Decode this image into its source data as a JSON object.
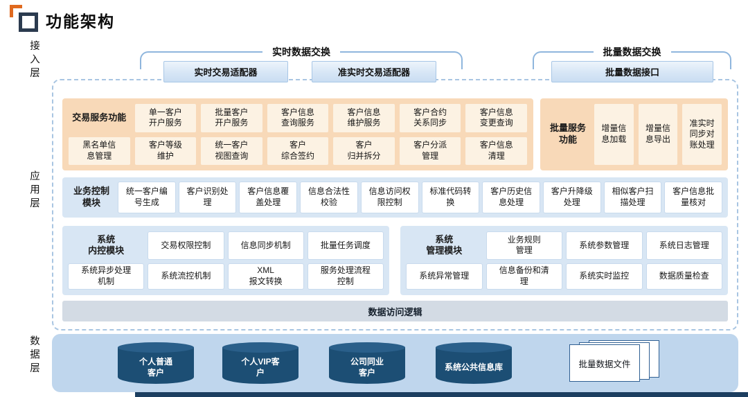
{
  "page": {
    "title": "功能架构"
  },
  "layers": {
    "access": "接入层",
    "application": "应用层",
    "data": "数据层"
  },
  "exchange": {
    "realtime": {
      "label": "实时数据交换",
      "adapters": [
        "实时交易适配器",
        "准实时交易适配器"
      ]
    },
    "batch": {
      "label": "批量数据交换",
      "adapters": [
        "批量数据接口"
      ]
    }
  },
  "transaction_services": {
    "label": "交易服务功能",
    "row1": [
      "单一客户开户服务",
      "批量客户开户服务",
      "客户信息查询服务",
      "客户信息维护服务",
      "客户合约关系同步",
      "客户信息变更查询"
    ],
    "row2": [
      "黑名单信息管理",
      "客户等级维护",
      "统一客户视图查询",
      "客户\n综合签约",
      "客户\n归并拆分",
      "客户分派管理",
      "客户信息清理"
    ]
  },
  "batch_services": {
    "label": "批量服务功能",
    "items": [
      "增量信息加载",
      "增量信息导出",
      "准实时同步对账处理"
    ]
  },
  "business_control": {
    "label": "业务控制模块",
    "items": [
      "统一客户编号生成",
      "客户识别处理",
      "客户信息覆盖处理",
      "信息合法性校验",
      "信息访问权限控制",
      "标准代码转换",
      "客户历史信息处理",
      "客户升降级处理",
      "相似客户扫描处理",
      "客户信息批量核对"
    ]
  },
  "system_internal_control": {
    "label": "系统\n内控模块",
    "row1": [
      "交易权限控制",
      "信息同步机制",
      "批量任务调度"
    ],
    "row2": [
      "系统异步处理机制",
      "系统流控机制",
      "XML\n报文转换",
      "服务处理流程控制"
    ]
  },
  "system_management": {
    "label": "系统\n管理模块",
    "row1": [
      "业务规则\n管理",
      "系统参数管理",
      "系统日志管理"
    ],
    "row2": [
      "系统异常管理",
      "信息备份和清理",
      "系统实时监控",
      "数据质量检查"
    ]
  },
  "data_access": {
    "label": "数据访问逻辑"
  },
  "data_layer": {
    "databases": [
      "个人普通客户",
      "个人VIP客户",
      "公司同业客户",
      "系统公共信息库"
    ],
    "file": "批量数据文件"
  },
  "colors": {
    "orange_section_bg": "#f8d9b8",
    "orange_box_bg": "#fcf2e3",
    "blue_section_bg": "#d8e6f4",
    "white_box_bg": "#ffffff",
    "adapter_box_bg": "#d7e6f6",
    "bracket_line": "#8fb6dd",
    "dashed_border": "#a8c5e2",
    "data_access_bar_bg": "#d3dbe4",
    "data_layer_bg": "#bfd6ed",
    "cylinder_navy": "#1c4e74",
    "footer_navy": "#1c3e60",
    "logo_orange": "#e06a1f",
    "logo_navy": "#2b3b4f"
  }
}
